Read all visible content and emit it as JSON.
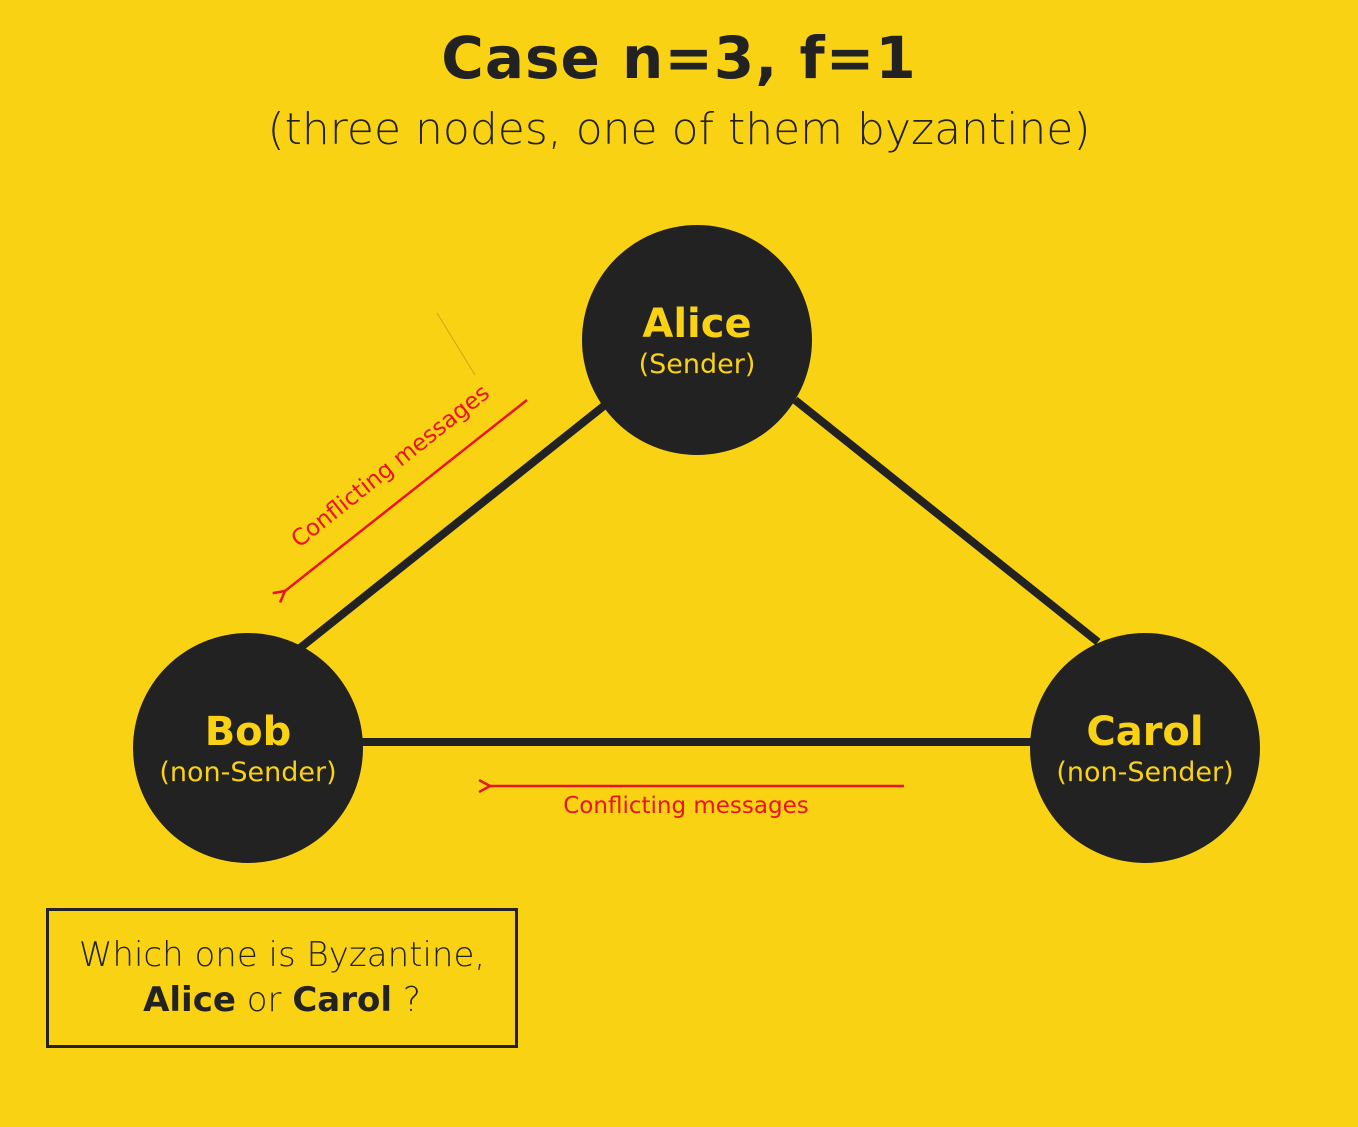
{
  "title": "Case n=3, f=1",
  "subtitle": "(three nodes, one of them byzantine)",
  "colors": {
    "background": "#FAD214",
    "node_fill": "#222222",
    "node_text": "#FAD214",
    "edge": "#222222",
    "message": "#E8141E"
  },
  "nodes": [
    {
      "id": "alice",
      "name": "Alice",
      "role": "(Sender)"
    },
    {
      "id": "bob",
      "name": "Bob",
      "role": "(non-Sender)"
    },
    {
      "id": "carol",
      "name": "Carol",
      "role": "(non-Sender)"
    }
  ],
  "edges": [
    {
      "from": "alice",
      "to": "bob"
    },
    {
      "from": "alice",
      "to": "carol"
    },
    {
      "from": "bob",
      "to": "carol"
    }
  ],
  "messages": [
    {
      "from": "alice",
      "to": "bob",
      "label": "Conflicting messages"
    },
    {
      "from": "carol",
      "to": "bob",
      "label": "Conflicting messages"
    }
  ],
  "question": {
    "line1": "Which one is Byzantine,",
    "option_a": "Alice",
    "connector": "or",
    "option_b": "Carol",
    "end": "?"
  }
}
